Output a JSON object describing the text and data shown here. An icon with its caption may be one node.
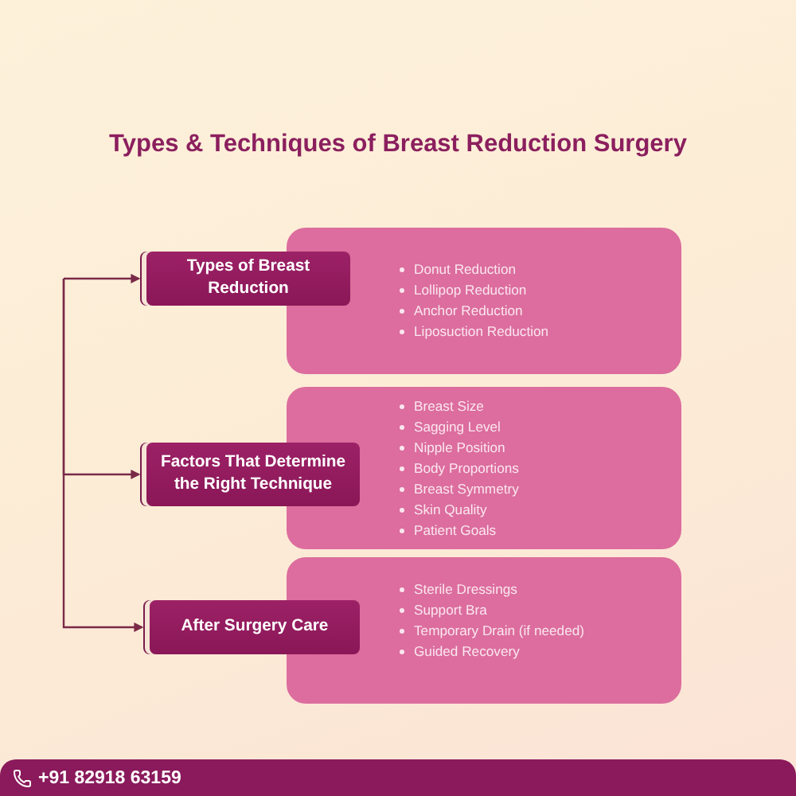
{
  "diagram": {
    "title": "Types & Techniques of Breast Reduction Surgery",
    "nodes": [
      {
        "text": [
          "Types of Breast Reduction"
        ]
      },
      {
        "text": [
          "Donut Reduction",
          "Lollipop Reduction",
          "Anchor Reduction",
          "Liposuction Reduction"
        ]
      },
      {
        "text": [
          "Factors That Determine the Right Technique"
        ]
      },
      {
        "text": [
          "Breast Size",
          "Sagging Level",
          "Nipple Position",
          "Body Proportions",
          "Breast Symmetry",
          "Skin Quality",
          "Patient Goals"
        ]
      },
      {
        "text": [
          "After Surgery Care"
        ]
      },
      {
        "text": [
          "Sterile Dressings",
          "Support Bra",
          "Temporary Drain (if needed)",
          "Guided Recovery"
        ]
      }
    ],
    "edges": [
      {
        "from": null,
        "to": 0,
        "arrow": "to"
      },
      {
        "from": null,
        "to": 2,
        "arrow": "to"
      },
      {
        "from": null,
        "to": 4,
        "arrow": "to"
      }
    ],
    "labels": [
      "+91 82918 63159"
    ]
  }
}
